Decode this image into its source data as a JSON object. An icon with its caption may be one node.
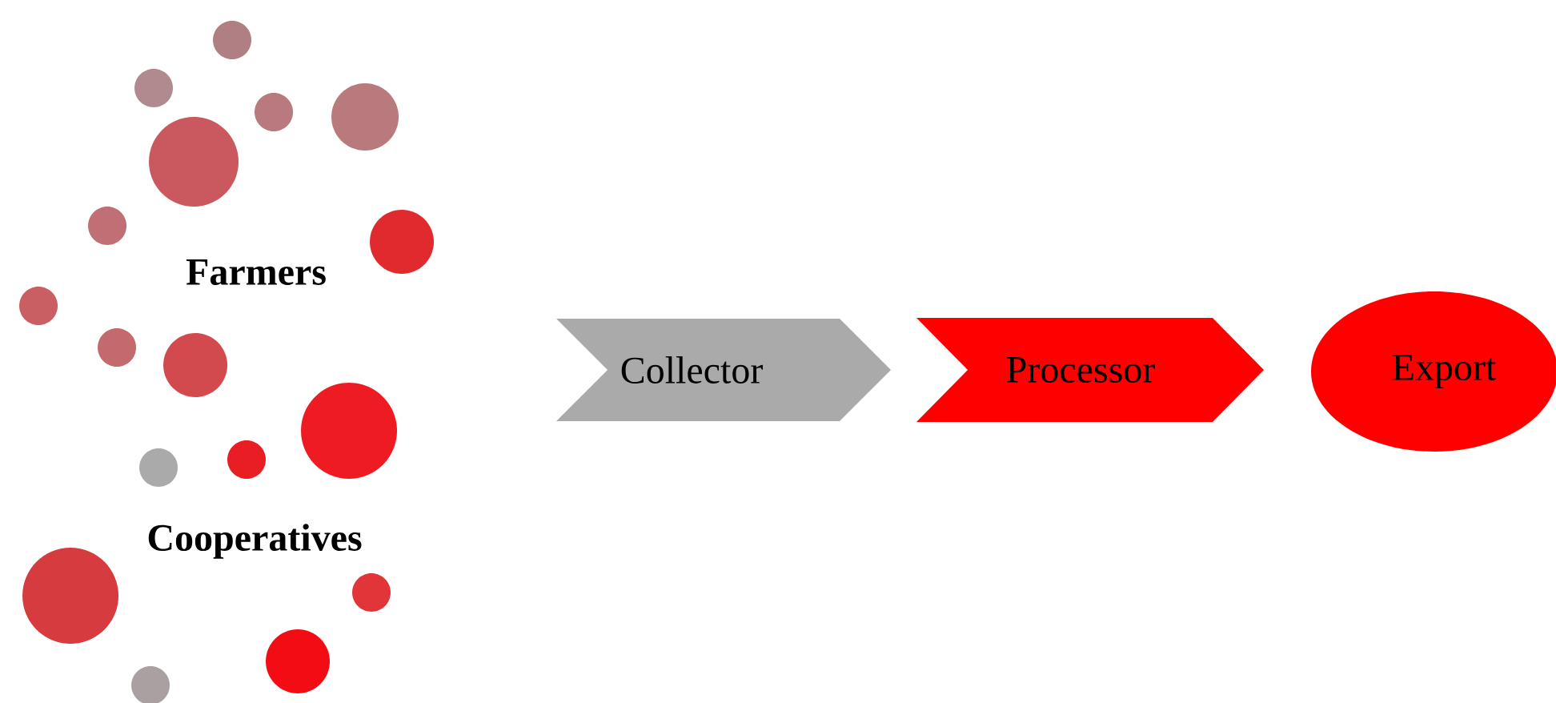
{
  "diagram": {
    "nodes": [
      {
        "text": [
          "Farmers"
        ]
      },
      {
        "text": [
          "Cooperatives"
        ]
      },
      {
        "text": [
          "Collector"
        ]
      },
      {
        "text": [
          "Processor"
        ]
      },
      {
        "text": [
          "Export"
        ]
      }
    ],
    "edges": []
  }
}
